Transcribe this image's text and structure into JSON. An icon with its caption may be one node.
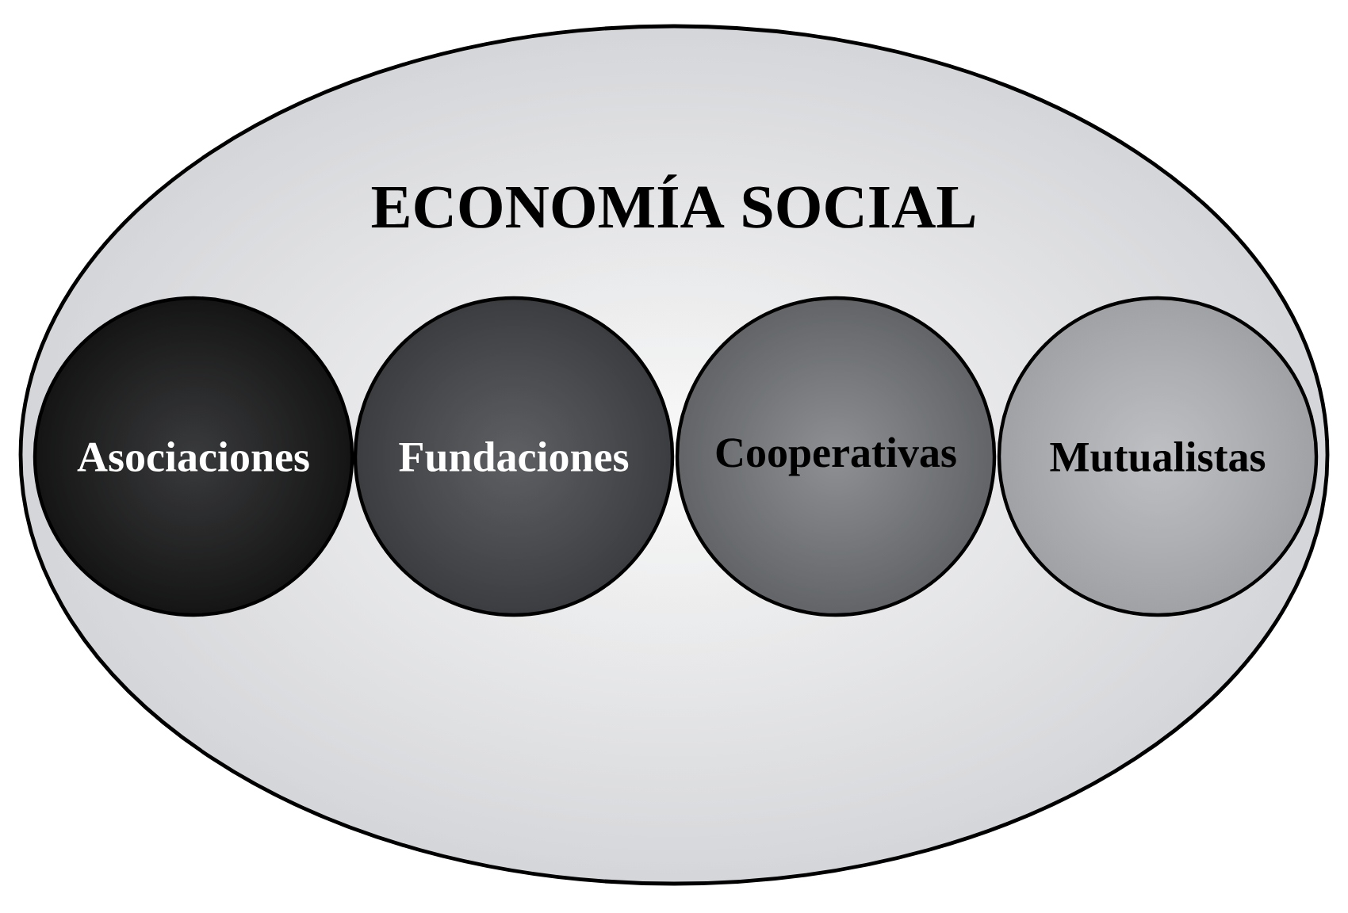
{
  "diagram": {
    "nodes": [
      {
        "text": [
          "ECONOMÍA SOCIAL"
        ]
      },
      {
        "text": [
          "Asociaciones"
        ],
        "in": 0
      },
      {
        "text": [
          "Fundaciones"
        ],
        "in": 0
      },
      {
        "text": [
          "Cooperativas"
        ],
        "in": 0
      },
      {
        "text": [
          "Mutualistas"
        ],
        "in": 0
      }
    ]
  }
}
